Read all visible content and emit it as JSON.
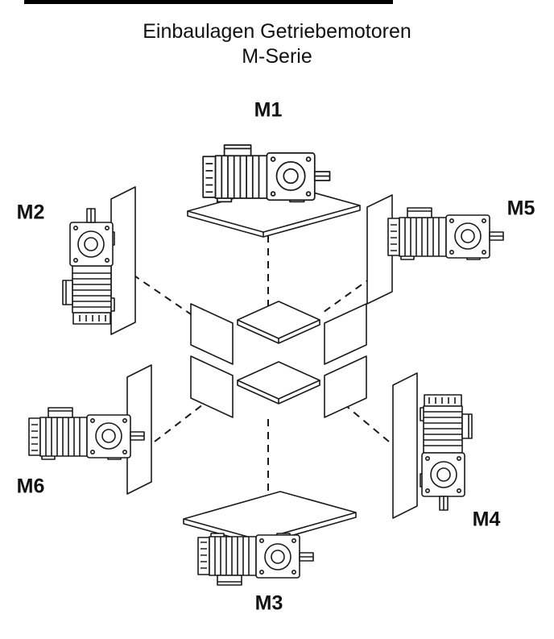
{
  "title": {
    "line1": "Einbaulagen Getriebemotoren",
    "line2": "M-Serie"
  },
  "labels": {
    "m1": "M1",
    "m2": "M2",
    "m3": "M3",
    "m4": "M4",
    "m5": "M5",
    "m6": "M6"
  },
  "colors": {
    "line": "#1a1a1a",
    "background": "#ffffff"
  }
}
